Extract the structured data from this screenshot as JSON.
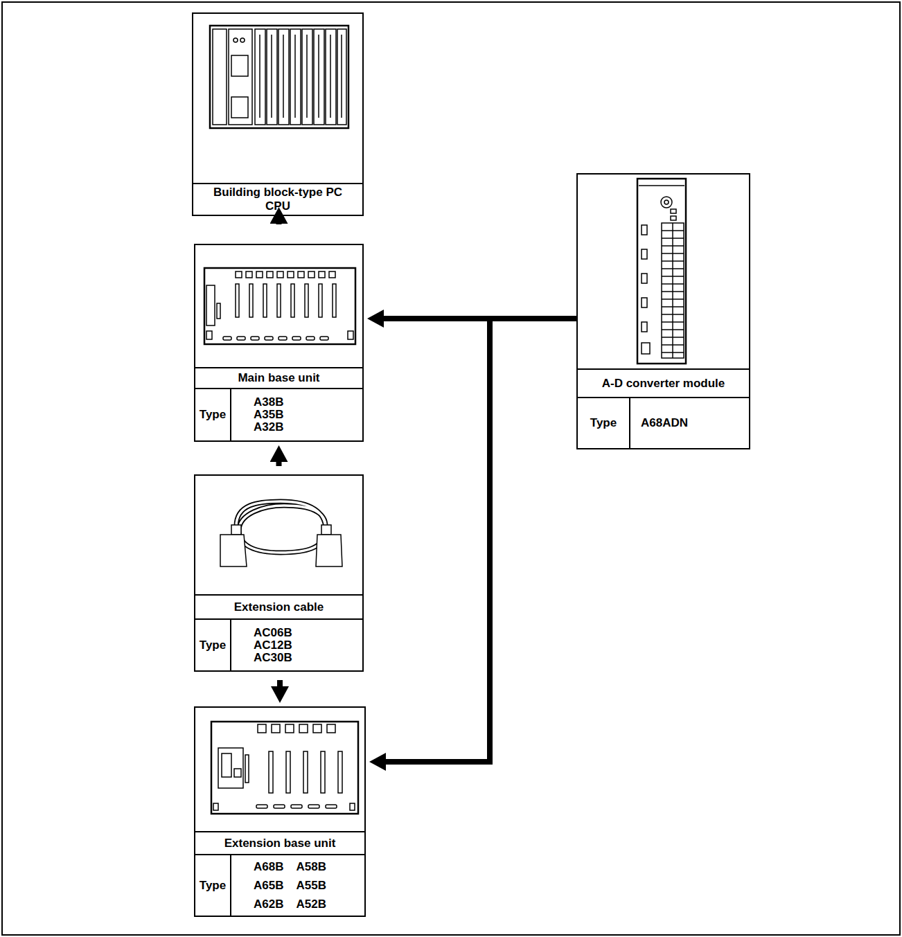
{
  "diagram": {
    "nodes": [
      {
        "text": [
          "Building block-type PC CPU"
        ]
      },
      {
        "text": [
          "Main base unit",
          "Type",
          "A38B A35B A32B"
        ]
      },
      {
        "text": [
          "Extension cable",
          "Type",
          "AC06B AC12B AC30B"
        ]
      },
      {
        "text": [
          "Extension base unit",
          "Type",
          "A68B A65B A62B",
          "A58B A55B A52B"
        ]
      },
      {
        "text": [
          "A-D converter module",
          "Type",
          "A68ADN"
        ]
      }
    ],
    "edges": [
      {
        "from": 0,
        "to": 1,
        "arrow": "to"
      },
      {
        "from": 2,
        "to": 1,
        "arrow": "to"
      },
      {
        "from": 2,
        "to": 3,
        "arrow": "to"
      },
      {
        "from": 4,
        "to": 1,
        "arrow": "to"
      },
      {
        "from": 4,
        "to": 3,
        "arrow": "to"
      }
    ]
  }
}
